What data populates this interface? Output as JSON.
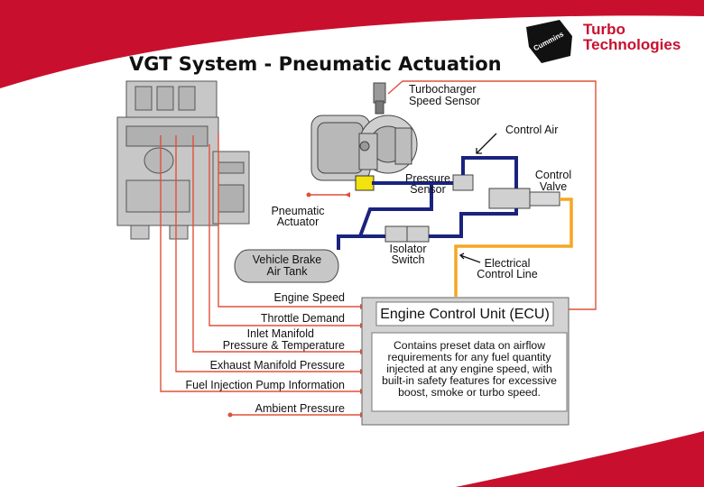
{
  "page": {
    "title": "VGT System - Pneumatic Actuation",
    "brand_line1": "Turbo",
    "brand_line2": "Technologies",
    "logo_text": "Cummins"
  },
  "colors": {
    "brand_red": "#c8102e",
    "signal_red": "#e0503a",
    "air_line_blue": "#1a237e",
    "electrical_orange": "#f5a623",
    "component_gray": "#c7c7c7",
    "ecu_gray": "#d3d3d3"
  },
  "components": {
    "turbo_speed_sensor": [
      "Turbocharger",
      "Speed Sensor"
    ],
    "control_air": [
      "Control Air"
    ],
    "control_valve": [
      "Control",
      "Valve"
    ],
    "pressure_sensor": [
      "Pressure",
      "Sensor"
    ],
    "pneumatic_actuator": [
      "Pneumatic",
      "Actuator"
    ],
    "isolator_switch": [
      "Isolator",
      "Switch"
    ],
    "electrical_control_line": [
      "Electrical",
      "Control Line"
    ],
    "brake_air_tank": [
      "Vehicle Brake",
      "Air Tank"
    ]
  },
  "inputs": {
    "engine_speed": [
      "Engine Speed"
    ],
    "throttle_demand": [
      "Throttle Demand"
    ],
    "inlet_manifold": [
      "Inlet Manifold",
      "Pressure & Temperature"
    ],
    "exhaust_manifold": [
      "Exhaust Manifold Pressure"
    ],
    "fuel_pump": [
      "Fuel Injection Pump Information"
    ],
    "ambient_pressure": [
      "Ambient Pressure"
    ]
  },
  "ecu": {
    "title": "Engine Control Unit (ECU)",
    "description": [
      "Contains preset data on airflow",
      "requirements for any fuel quantity",
      "injected at any engine speed, with",
      "built-in safety features for excessive",
      "boost, smoke or turbo speed."
    ]
  }
}
